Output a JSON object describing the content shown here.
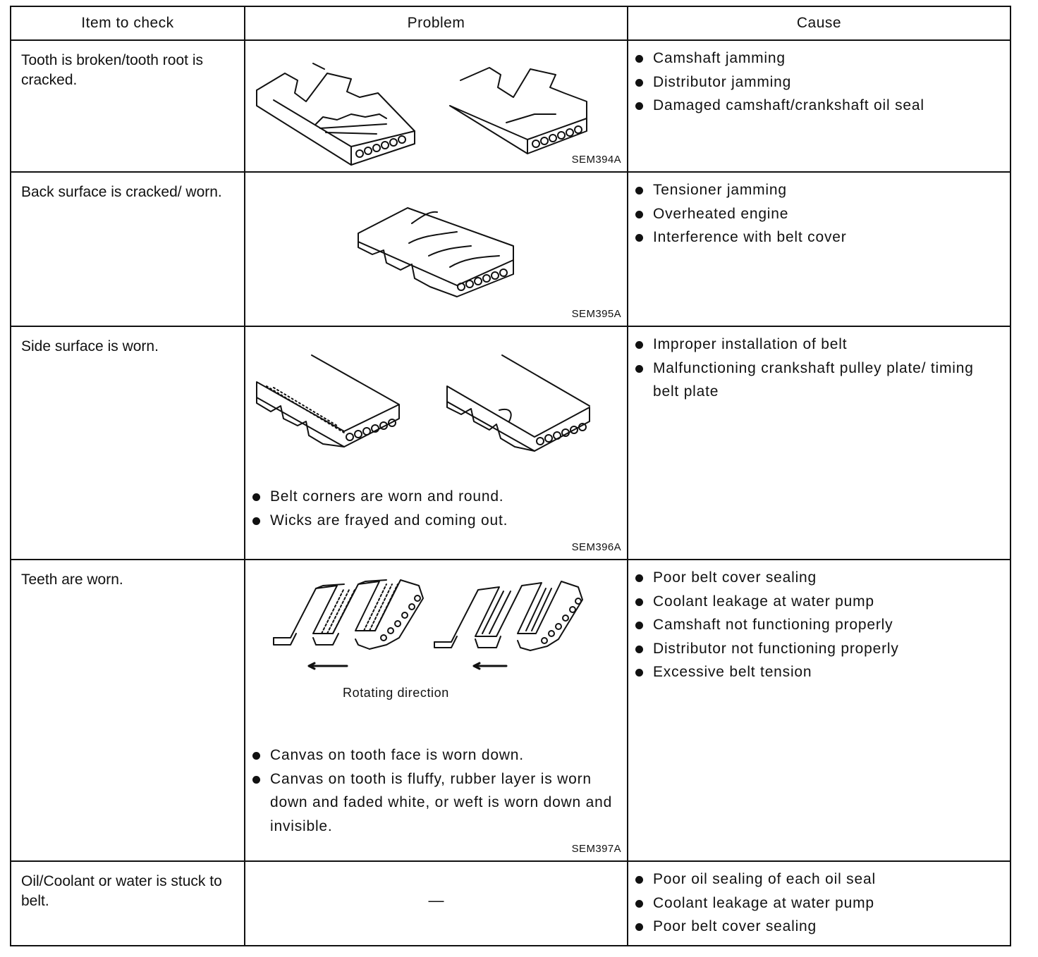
{
  "table": {
    "headers": [
      "Item to check",
      "Problem",
      "Cause"
    ],
    "rows": [
      {
        "item": "Tooth is broken/tooth root is cracked.",
        "problem_bullets": [],
        "caption": "",
        "code": "SEM394A",
        "causes": [
          "Camshaft jamming",
          "Distributor jamming",
          "Damaged camshaft/crankshaft oil seal"
        ]
      },
      {
        "item": "Back surface is cracked/ worn.",
        "problem_bullets": [],
        "caption": "",
        "code": "SEM395A",
        "causes": [
          "Tensioner jamming",
          "Overheated engine",
          "Interference with belt cover"
        ]
      },
      {
        "item": "Side surface is worn.",
        "problem_bullets": [
          "Belt corners are worn and round.",
          "Wicks are frayed and coming out."
        ],
        "caption": "",
        "code": "SEM396A",
        "causes": [
          "Improper installation of belt",
          "Malfunctioning crankshaft pulley plate/ timing belt plate"
        ]
      },
      {
        "item": "Teeth are worn.",
        "problem_bullets": [
          "Canvas on tooth face is worn down.",
          "Canvas on tooth is fluffy, rubber layer is worn down and faded white, or weft is worn down and invisible."
        ],
        "caption": "Rotating direction",
        "code": "SEM397A",
        "causes": [
          "Poor belt cover sealing",
          "Coolant leakage at water pump",
          "Camshaft not functioning properly",
          "Distributor not functioning properly",
          "Excessive belt tension"
        ]
      },
      {
        "item": "Oil/Coolant or water is stuck to belt.",
        "problem_dash": "—",
        "problem_bullets": [],
        "caption": "",
        "code": "",
        "causes": [
          "Poor oil sealing of each oil seal",
          "Coolant leakage at water pump",
          "Poor belt cover sealing"
        ]
      }
    ]
  }
}
